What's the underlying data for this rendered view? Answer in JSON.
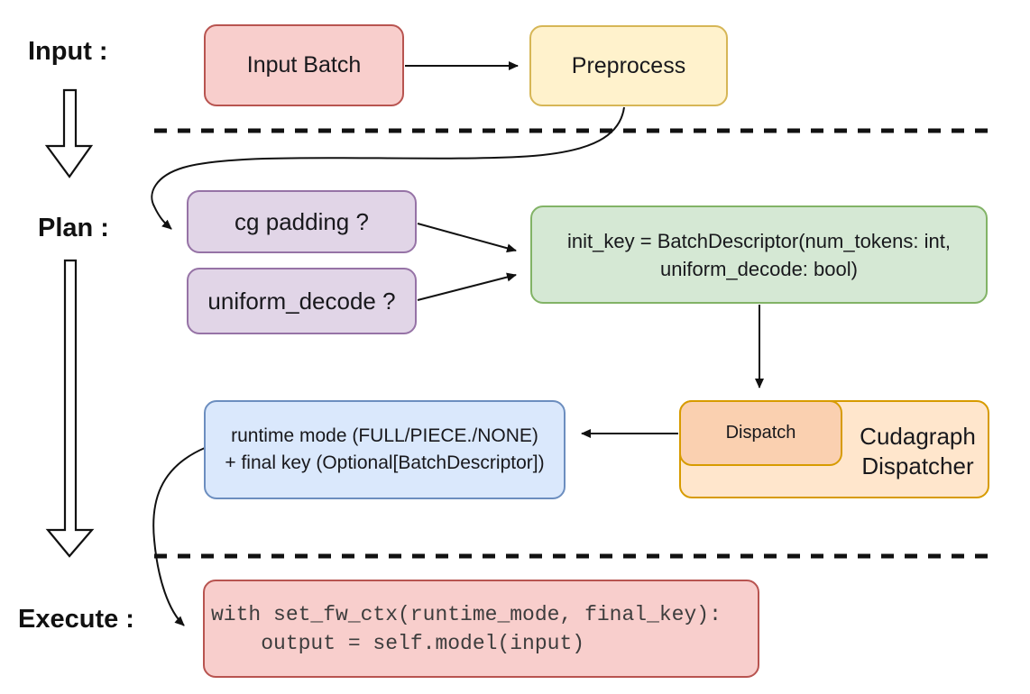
{
  "sections": {
    "input": {
      "label": "Input :"
    },
    "plan": {
      "label": "Plan :"
    },
    "execute": {
      "label": "Execute :"
    }
  },
  "nodes": {
    "input_batch": {
      "label": "Input Batch",
      "fill": "#F8CECC",
      "border": "#B85450"
    },
    "preprocess": {
      "label": "Preprocess",
      "fill": "#FFF2CC",
      "border": "#D6B656"
    },
    "cg_padding": {
      "label": "cg padding ?",
      "fill": "#E1D5E7",
      "border": "#9673A6"
    },
    "uniform_decode": {
      "label": "uniform_decode ?",
      "fill": "#E1D5E7",
      "border": "#9673A6"
    },
    "init_key": {
      "line1": "init_key = BatchDescriptor(num_tokens: int,",
      "line2": "uniform_decode: bool)",
      "fill": "#D5E8D4",
      "border": "#82B366"
    },
    "cudagraph_dispatcher": {
      "line1": "Cudagraph",
      "line2": "Dispatcher",
      "fill": "#FFE6CC",
      "border": "#D79B00"
    },
    "dispatch": {
      "label": "Dispatch",
      "fill": "#FAD0B0",
      "border": "#D79B00"
    },
    "runtime_mode": {
      "line1": "runtime mode (FULL/PIECE./NONE)",
      "line2": "+ final key (Optional[BatchDescriptor])",
      "fill": "#DAE8FC",
      "border": "#6C8EBF"
    },
    "execute_code": {
      "line1": "with set_fw_ctx(runtime_mode, final_key):",
      "line2": "    output = self.model(input)",
      "fill": "#F8CECC",
      "border": "#B85450"
    }
  },
  "connector_color": "#111111"
}
